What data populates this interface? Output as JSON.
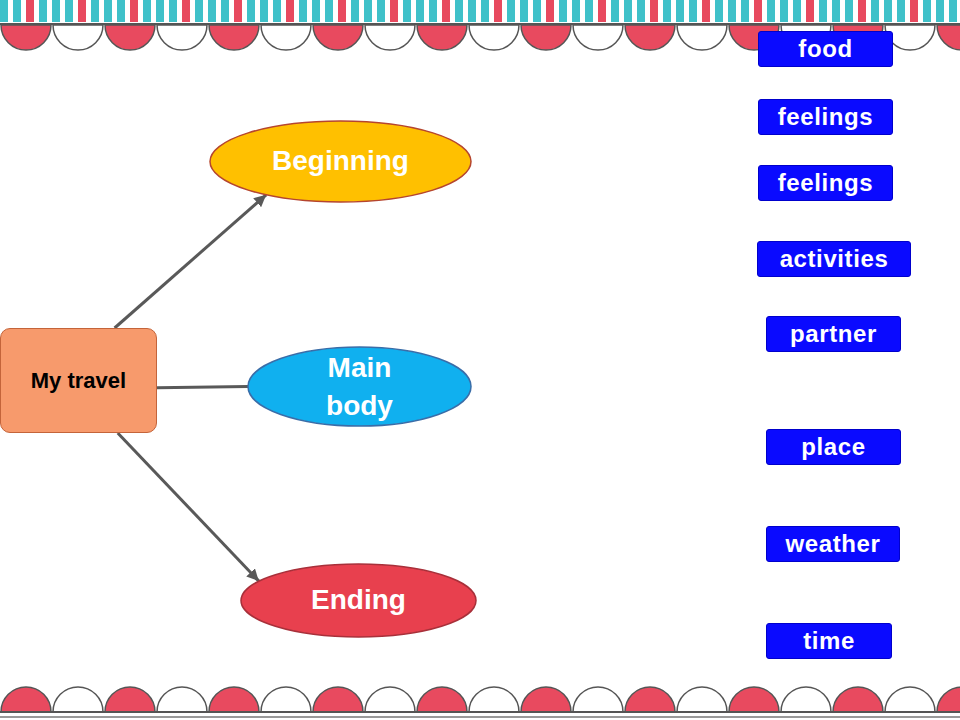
{
  "diagram": {
    "nodes": [
      {
        "text": [
          "My travel"
        ]
      },
      {
        "text": [
          "Beginning"
        ]
      },
      {
        "text": [
          "Main body"
        ]
      },
      {
        "text": [
          "Ending"
        ]
      },
      {
        "text": [
          "food"
        ]
      },
      {
        "text": [
          "feelings"
        ]
      },
      {
        "text": [
          "feelings"
        ]
      },
      {
        "text": [
          "activities"
        ]
      },
      {
        "text": [
          "partner"
        ]
      },
      {
        "text": [
          "place"
        ]
      },
      {
        "text": [
          "weather"
        ]
      },
      {
        "text": [
          "time"
        ]
      }
    ],
    "edges": [
      {
        "from": 0,
        "to": 1,
        "arrow": "to"
      },
      {
        "from": 0,
        "to": 2,
        "arrow": "none"
      },
      {
        "from": 0,
        "to": 3,
        "arrow": "to"
      }
    ]
  }
}
